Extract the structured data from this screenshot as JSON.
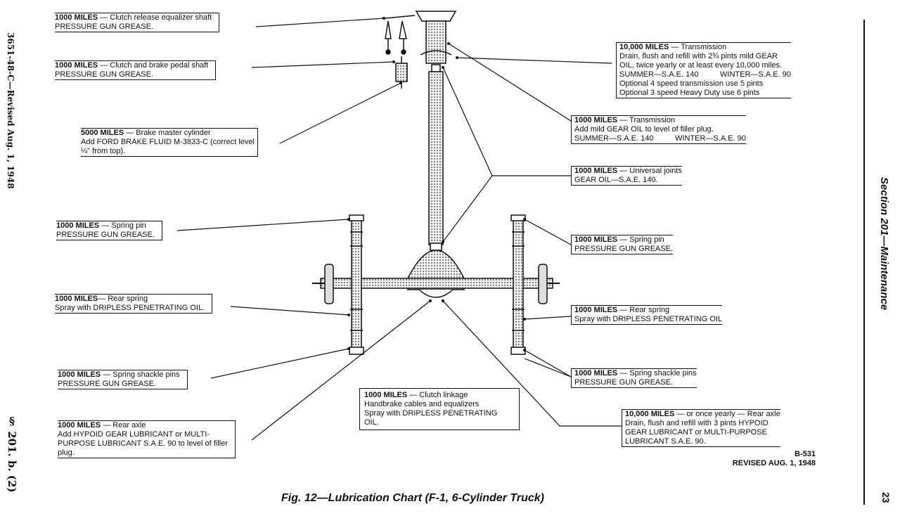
{
  "side_left_top": "3651-48-C—Revised Aug. 1, 1948",
  "side_left_bottom": "§ 201. b. (2)",
  "side_right": "Section 201—Maintenance",
  "page_number": "23",
  "caption": "Fig. 12—Lubrication Chart (F-1, 6-Cylinder Truck)",
  "reference": {
    "code": "B-531",
    "revised": "REVISED AUG. 1, 1948"
  },
  "labels": {
    "clutch_release": {
      "miles": "1000 MILES",
      "line1": " — Clutch release equalizer shaft",
      "line2": "PRESSURE GUN GREASE."
    },
    "pedal_shaft": {
      "miles": "1000 MILES",
      "line1": " — Clutch and brake pedal shaft",
      "line2": "PRESSURE GUN GREASE."
    },
    "brake_master": {
      "miles": "5000 MILES",
      "line1": " — Brake master cylinder",
      "line2": "Add FORD BRAKE FLUID M-3833-C (correct level",
      "line3": "¼\" from top)."
    },
    "spring_pin_left": {
      "miles": "1000 MILES",
      "line1": " — Spring pin",
      "line2": "PRESSURE GUN GREASE."
    },
    "rear_spring_left": {
      "miles": "1000 MILES",
      "line1": "— Rear spring",
      "line2": "Spray with DRIPLESS PENETRATING OIL."
    },
    "shackle_left": {
      "miles": "1000 MILES",
      "line1": " — Spring shackle pins",
      "line2": "PRESSURE GUN GREASE."
    },
    "rear_axle_left": {
      "miles": "1000 MILES",
      "line1": " — Rear axle",
      "line2": "Add HYPOID GEAR LUBRICANT or MULTI-",
      "line3": "PURPOSE LUBRICANT S.A.E. 90 to level of filler",
      "line4": "plug."
    },
    "transmission_10000": {
      "miles": "10,000 MILES",
      "line1": " — Transmission",
      "line2": "Drain, flush and refill with 2¾ pints mild GEAR",
      "line3": "OIL, twice yearly or at least every 10,000 miles.",
      "line4": "SUMMER—S.A.E. 140          WINTER—S.A.E. 90",
      "line5": "Optional 4 speed transmission use 5 pints",
      "line6": "Optional 3 speed Heavy Duty use 6 pints"
    },
    "transmission_1000": {
      "miles": "1000 MILES",
      "line1": " — Transmission",
      "line2": "Add mild GEAR OIL to level of filler plug.",
      "line3": "SUMMER—S.A.E. 140          WINTER—S.A.E. 90"
    },
    "universal_joints": {
      "miles": "1000 MILES",
      "line1": " — Universal joints",
      "line2": "GEAR OIL—S.A.E. 140."
    },
    "spring_pin_right": {
      "miles": "1000 MILES",
      "line1": " — Spring pin",
      "line2": "PRESSURE GUN GREASE."
    },
    "rear_spring_right": {
      "miles": "1000 MILES",
      "line1": " — Rear spring",
      "line2": "Spray with DRIPLESS PENETRATING OIL"
    },
    "shackle_right": {
      "miles": "1000 MILES",
      "line1": " — Spring shackle pins",
      "line2": "PRESSURE GUN GREASE."
    },
    "rear_axle_right": {
      "miles": "10,000 MILES",
      "line1": " — or once yearly — Rear axle",
      "line2": "Drain, flush and refill with 3 pints HYPOID",
      "line3": "GEAR LUBRICANT or MULTI-PURPOSE",
      "line4": "LUBRICANT S.A.E. 90."
    },
    "clutch_linkage": {
      "miles": "1000 MILES",
      "line1": " — Clutch linkage",
      "line2": "Handbrake cables and equalizers",
      "line3": "Spray with DRIPLESS PENETRATING",
      "line4": "OIL."
    }
  }
}
